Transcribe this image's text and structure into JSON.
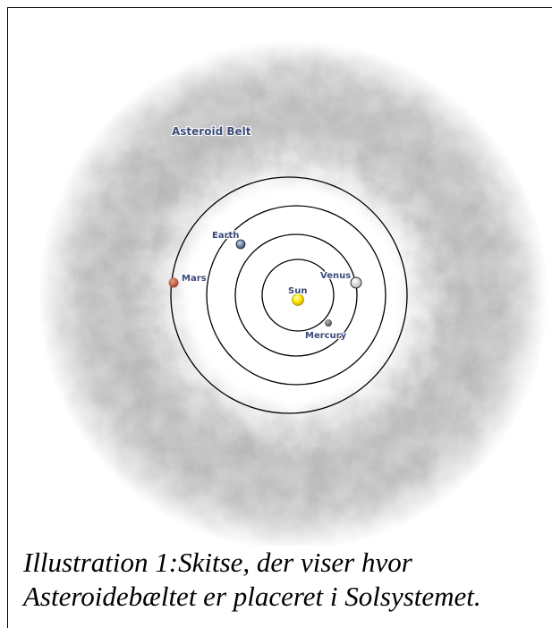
{
  "diagram": {
    "asteroid_belt_label": "Asteroid Belt",
    "bodies": {
      "sun": "Sun",
      "mercury": "Mercury",
      "venus": "Venus",
      "earth": "Earth",
      "mars": "Mars"
    },
    "colors": {
      "orbit": "#000000",
      "sun": "#ffee00",
      "mars": "#c8553d",
      "label": "#3b4a7a",
      "belt": "#8a8a8a"
    }
  },
  "caption": {
    "line1": "Illustration 1:Skitse, der viser hvor",
    "line2": "Asteroidebæltet er placeret i Solsystemet."
  }
}
